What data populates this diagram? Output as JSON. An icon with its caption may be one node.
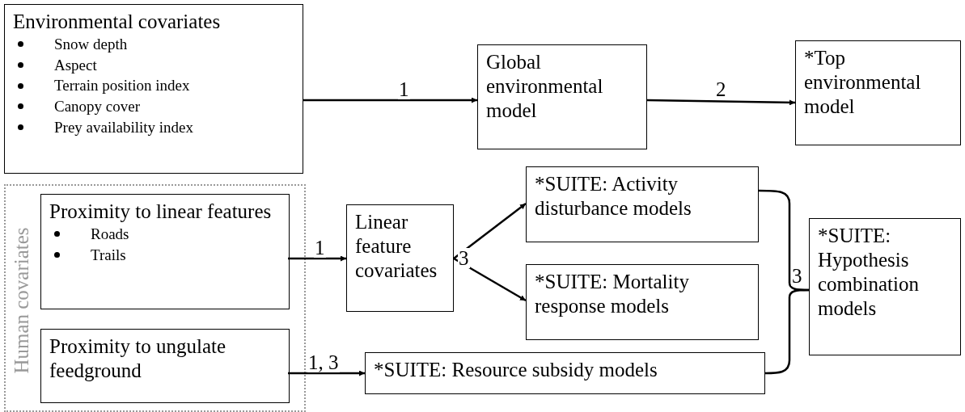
{
  "diagram": {
    "nodes": [
      {
        "text": [
          "Environmental covariates",
          "Snow depth",
          "Aspect",
          "Terrain position index",
          "Canopy cover",
          "Prey availability index"
        ]
      },
      {
        "text": [
          "Global environmental model"
        ]
      },
      {
        "text": [
          "*Top environmental model"
        ]
      },
      {
        "text": [
          "Human covariates"
        ]
      },
      {
        "text": [
          "Proximity to linear features",
          "Roads",
          "Trails"
        ],
        "in": 3
      },
      {
        "text": [
          "Proximity to ungulate feedground"
        ],
        "in": 3
      },
      {
        "text": [
          "Linear feature covariates"
        ]
      },
      {
        "text": [
          "*SUITE: Activity disturbance models"
        ]
      },
      {
        "text": [
          "*SUITE: Mortality response models"
        ]
      },
      {
        "text": [
          "*SUITE: Resource subsidy models"
        ]
      },
      {
        "text": [
          "*SUITE: Hypothesis combination models"
        ]
      }
    ],
    "edges": [
      {
        "from": 0,
        "to": 1,
        "arrow": "to",
        "label": "1"
      },
      {
        "from": 1,
        "to": 2,
        "arrow": "to",
        "label": "2"
      },
      {
        "from": 4,
        "to": 6,
        "arrow": "to",
        "label": "1"
      },
      {
        "from": 6,
        "to": 7,
        "arrow": "to",
        "label": "3"
      },
      {
        "from": 6,
        "to": 8,
        "arrow": "to"
      },
      {
        "from": 5,
        "to": 9,
        "arrow": "to",
        "label": "1, 3"
      },
      {
        "from": 7,
        "to": 10,
        "arrow": "none",
        "label": "3"
      },
      {
        "from": 9,
        "to": 10,
        "arrow": "none"
      }
    ]
  }
}
